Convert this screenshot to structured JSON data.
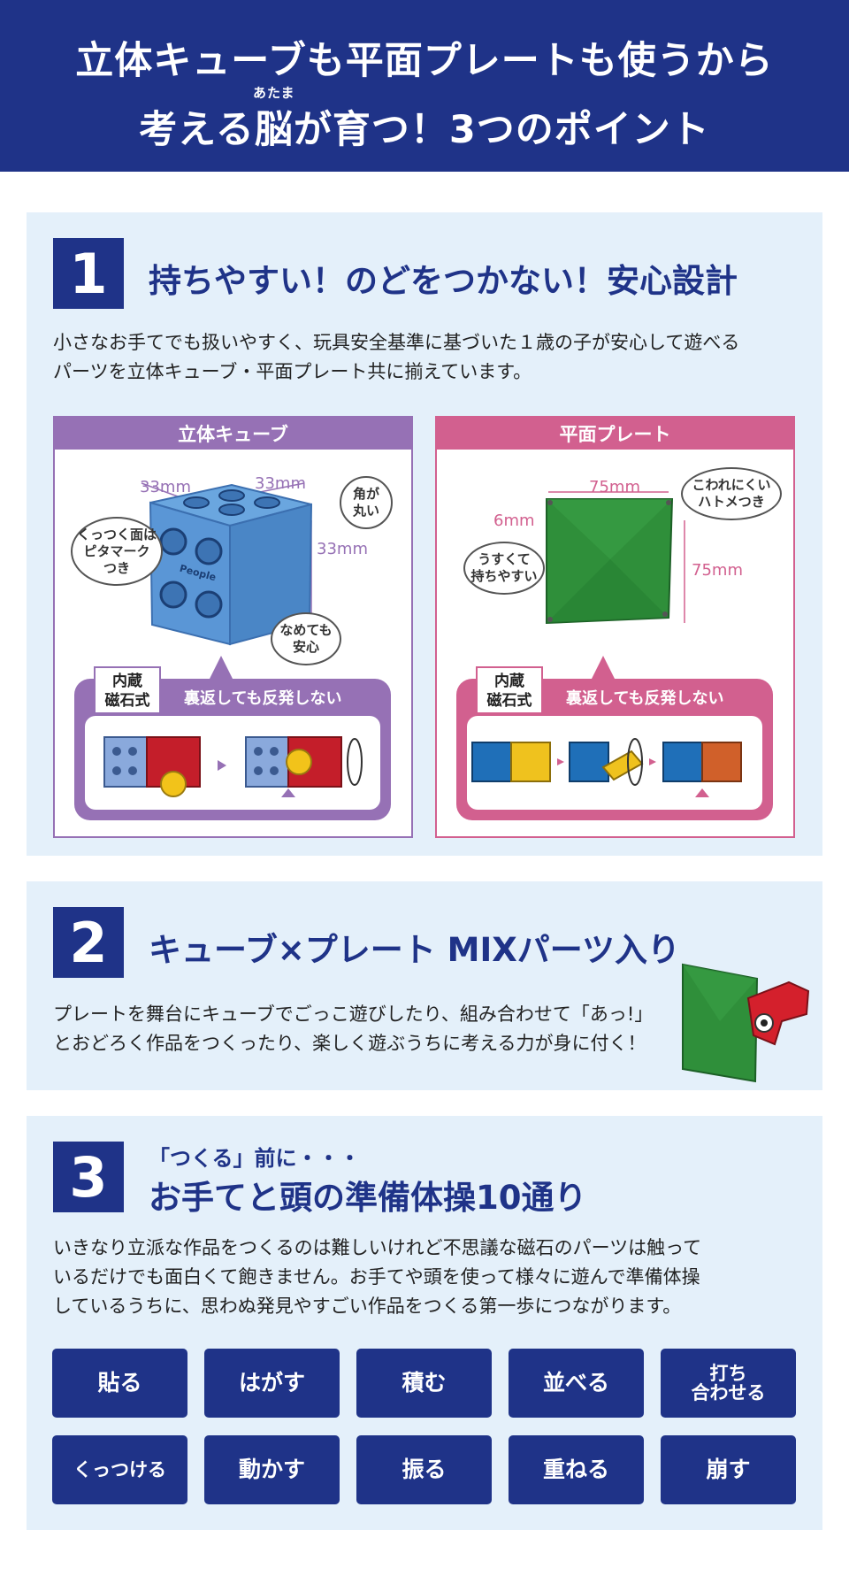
{
  "header": {
    "line1": "立体キューブも平面プレートも使うから",
    "ruby": "あたま",
    "line2": "考える脳が育つ！3つのポイント"
  },
  "point1": {
    "number": "1",
    "title": "持ちやすい！のどをつかない！安心設計",
    "text_lines": [
      "小さなお手てでも扱いやすく、玩具安全基準に基づいた１歳の子が安心して遊べる",
      "パーツを立体キューブ・平面プレート共に揃えています。"
    ],
    "cube_panel": {
      "title": "立体キューブ",
      "dim_width": "33mm",
      "dim_depth": "33mm",
      "dim_height": "33mm",
      "logo": "People",
      "bubble_corner": "角が\n丸い",
      "bubble_face": "くっつく面は\nピタマーク\nつき",
      "bubble_lick": "なめても\n安心",
      "magnet_label": "内蔵\n磁石式",
      "magnet_text": "裏返しても反発しない"
    },
    "plate_panel": {
      "title": "平面プレート",
      "dim_width": "75mm",
      "dim_thickness": "6mm",
      "dim_height": "75mm",
      "bubble_eyelet": "こわれにくい\nハトメつき",
      "bubble_thin": "うすくて\n持ちやすい",
      "magnet_label": "内蔵\n磁石式",
      "magnet_text": "裏返しても反発しない"
    }
  },
  "point2": {
    "number": "2",
    "title": "キューブ×プレート MIXパーツ入り",
    "text_lines": [
      "プレートを舞台にキューブでごっこ遊びしたり、組み合わせて「あっ!」",
      "とおどろく作品をつくったり、楽しく遊ぶうちに考える力が身に付く！"
    ]
  },
  "point3": {
    "number": "3",
    "subtitle": "「つくる」前に・・・",
    "title": "お手てと頭の準備体操10通り",
    "text_lines": [
      "いきなり立派な作品をつくるのは難しいけれど不思議な磁石のパーツは触って",
      "いるだけでも面白くて飽きません。お手てや頭を使って様々に遊んで準備体操",
      "しているうちに、思わぬ発見やすごい作品をつくる第一歩につながります。"
    ],
    "actions": [
      "貼る",
      "はがす",
      "積む",
      "並べる",
      "打ち\n合わせる",
      "くっつける",
      "動かす",
      "振る",
      "重ねる",
      "崩す"
    ]
  },
  "colors": {
    "navy": "#1f3388",
    "section_bg": "#e4f0fa",
    "cube_purple": "#9671b5",
    "plate_pink": "#d2608f"
  }
}
